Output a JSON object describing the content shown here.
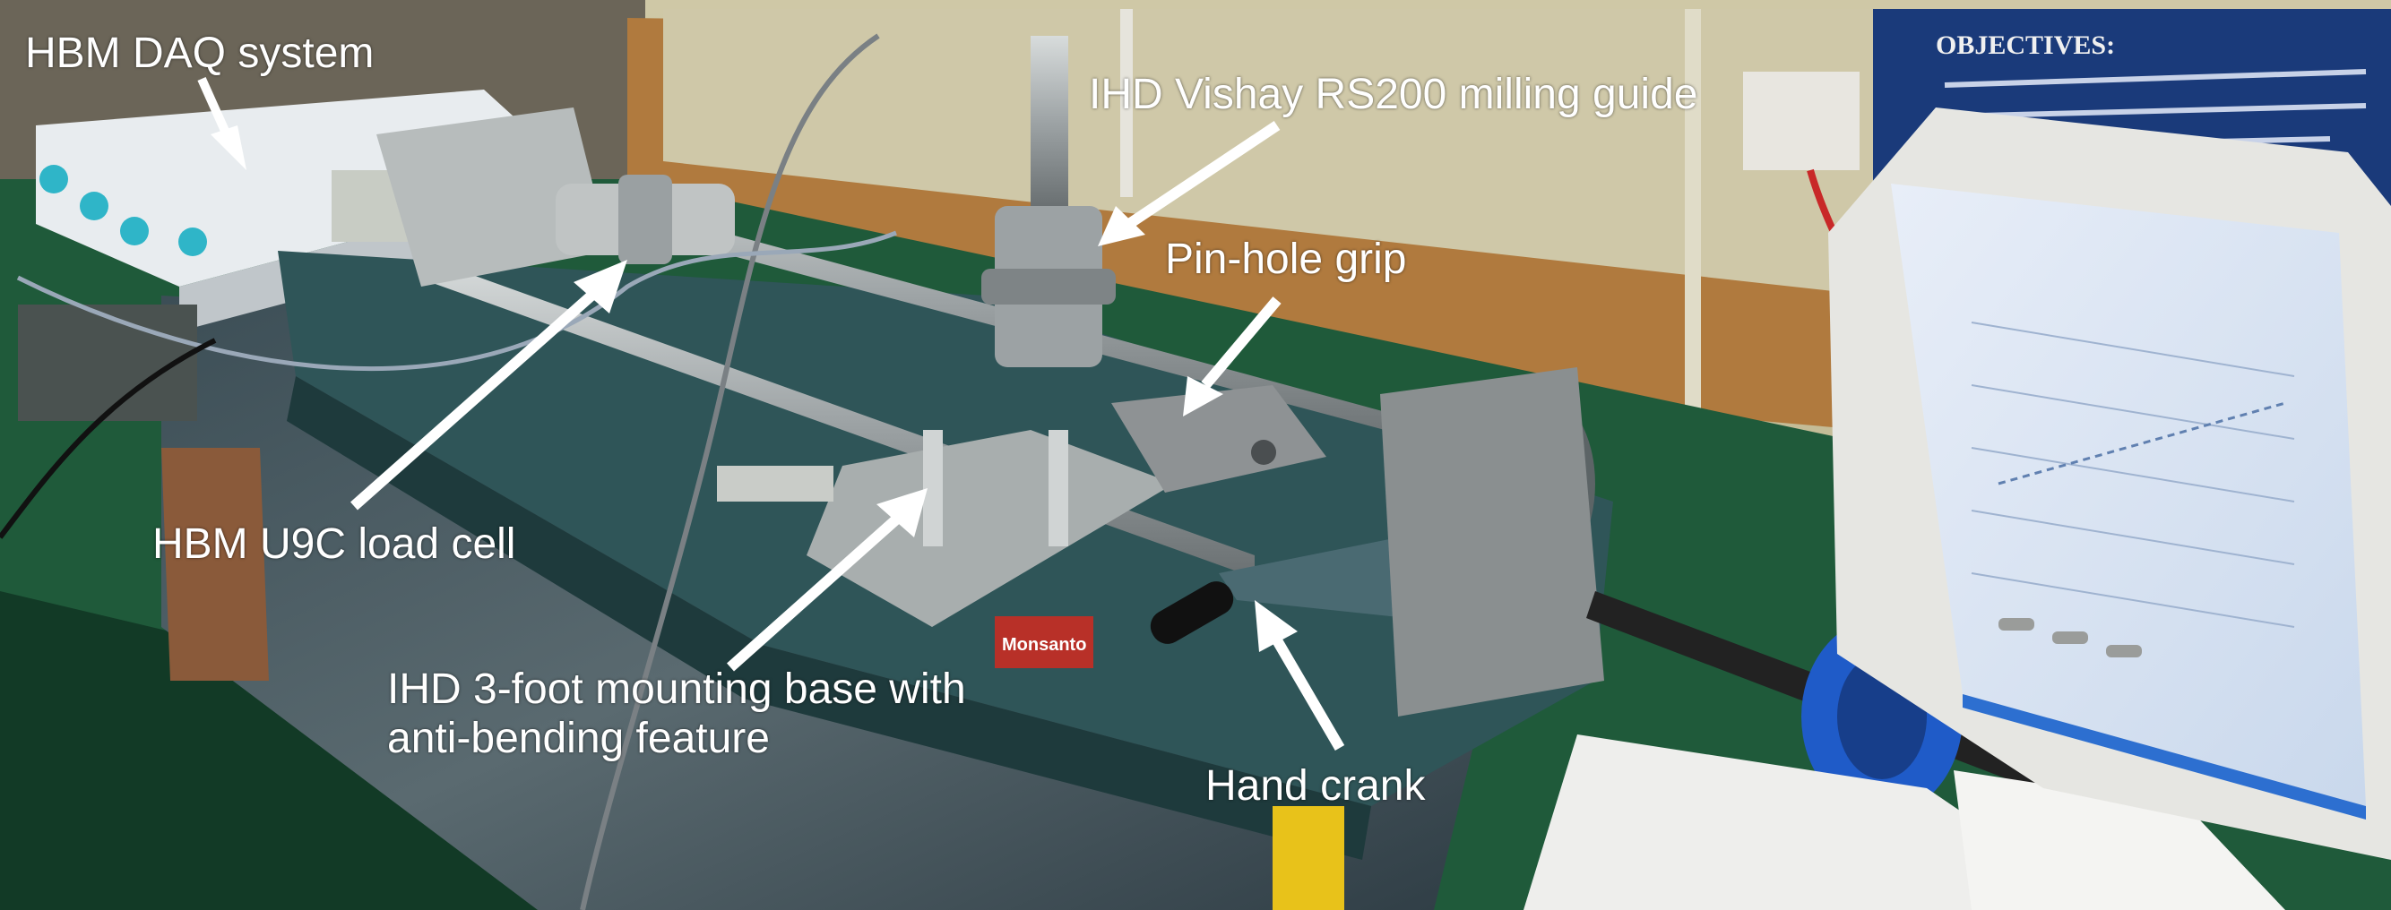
{
  "labels": {
    "daq": "HBM DAQ system",
    "milling_guide": "IHD Vishay RS200 milling guide",
    "pin_grip": "Pin-hole grip",
    "load_cell": "HBM U9C load cell",
    "base_line1": "IHD 3-foot mounting base with",
    "base_line2": "anti-bending feature",
    "crank": "Hand crank"
  },
  "photo_text": {
    "poster_heading": "OBJECTIVES:",
    "brand": "Monsanto"
  },
  "colors": {
    "arrow": "#ffffff",
    "label_text": "#ffffff",
    "machine": "#2f5558",
    "bench": "#1f5a3a",
    "poster": "#1a3a7a"
  }
}
